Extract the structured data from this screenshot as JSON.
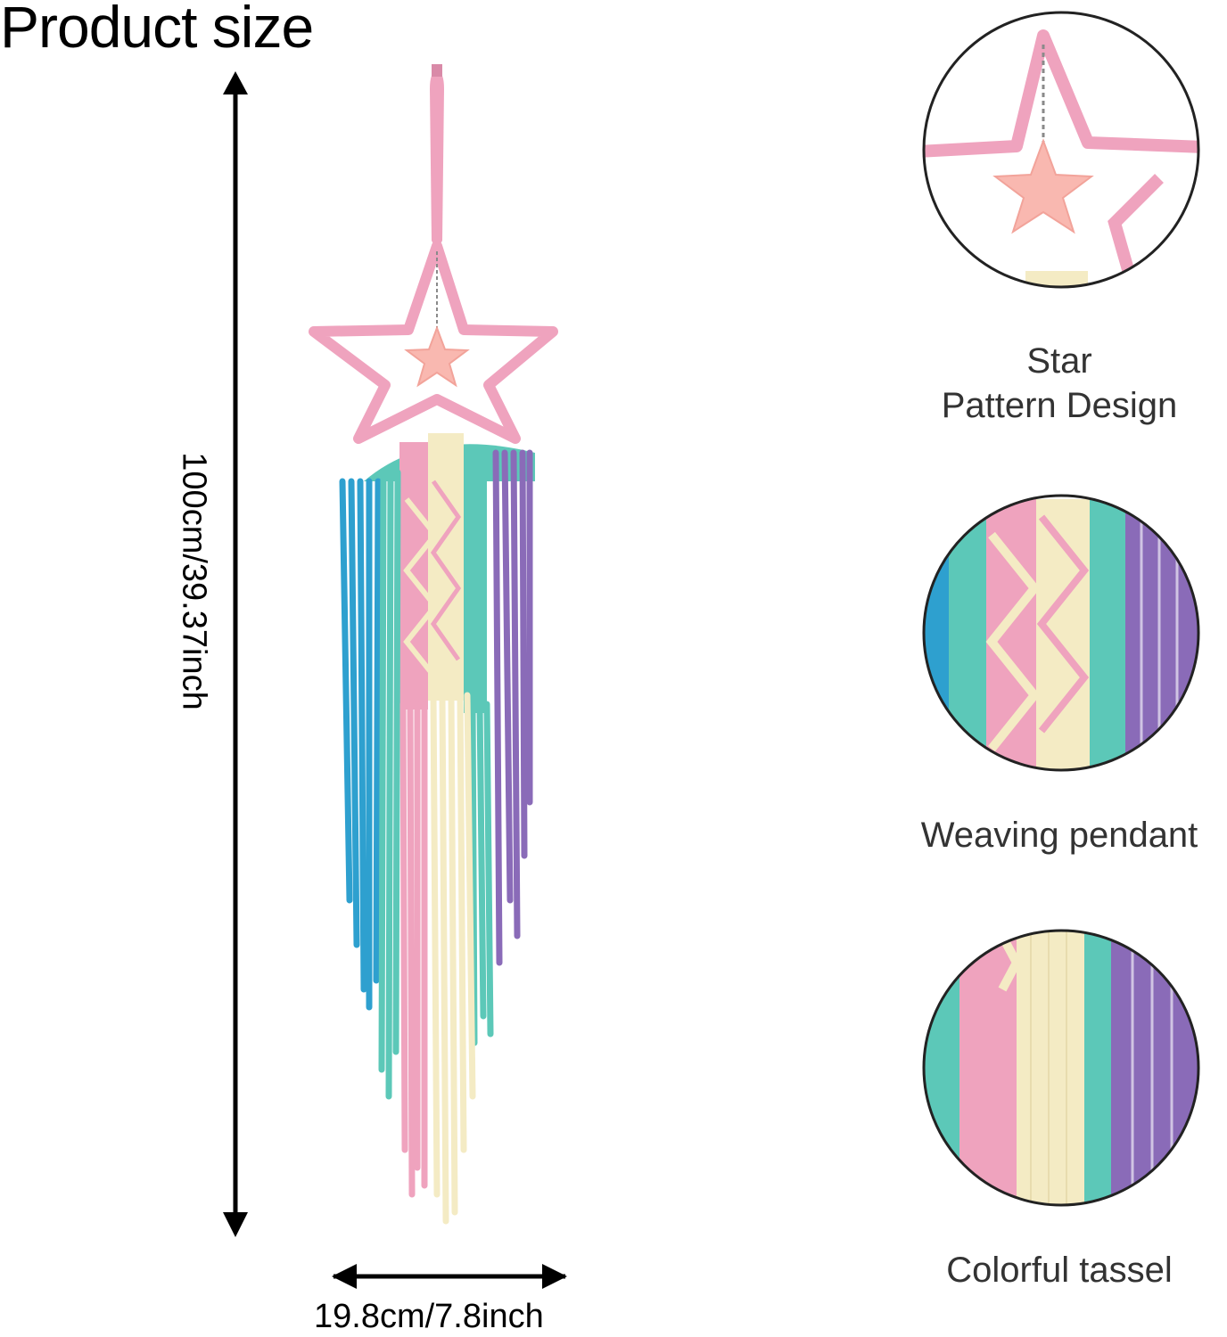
{
  "header": {
    "title": "Product size"
  },
  "dimensions": {
    "height_label": "100cm/39.37inch",
    "width_label": "19.8cm/7.8inch"
  },
  "features": [
    {
      "line1": "Star",
      "line2": "Pattern Design"
    },
    {
      "line1": "Weaving pendant"
    },
    {
      "line1": "Colorful tassel"
    }
  ],
  "colors": {
    "pink": "#efa3be",
    "cream": "#f4ebc4",
    "turquoise": "#5cc8b8",
    "blue": "#2ea0cf",
    "purple": "#8a6bb8",
    "arrow": "#000000"
  }
}
